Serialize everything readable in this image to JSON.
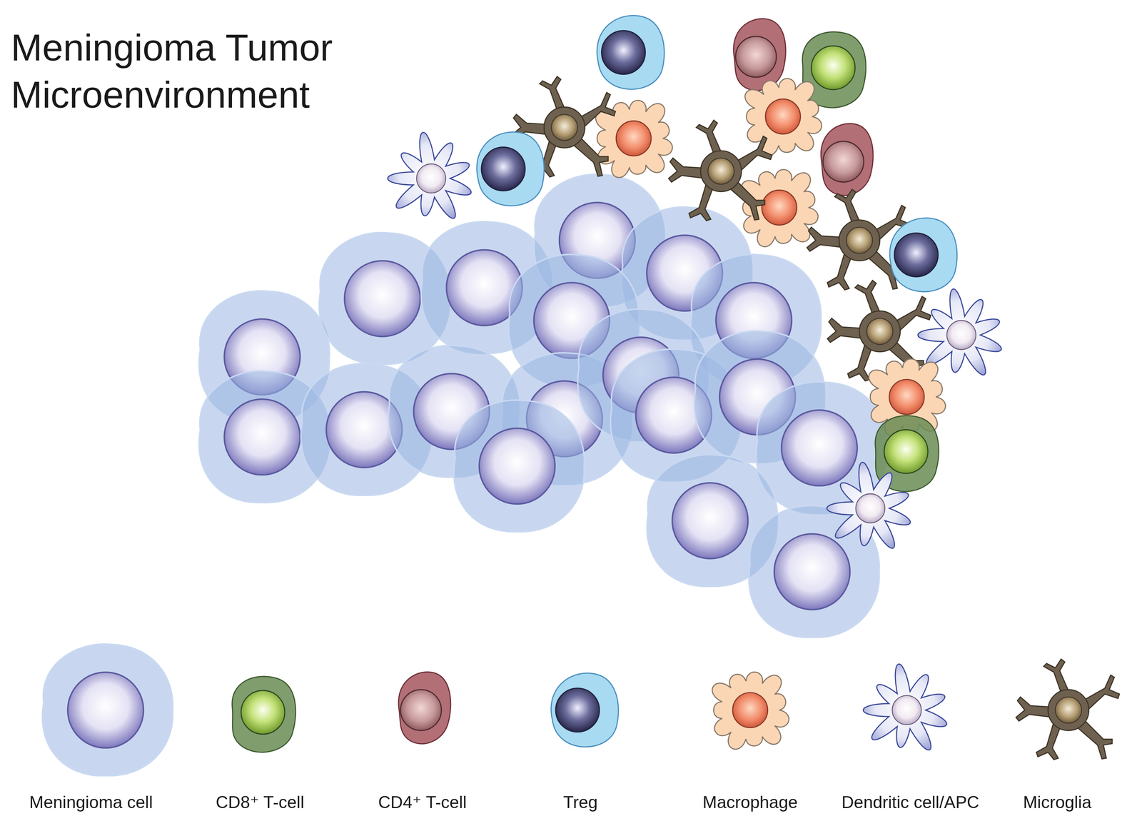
{
  "diagram": {
    "title": "Meningioma Tumor Microenvironment",
    "legend": [
      {
        "text": "Meningioma cell"
      },
      {
        "text": "CD8⁺ T-cell"
      },
      {
        "text": "CD4⁺ T-cell"
      },
      {
        "text": "Treg"
      },
      {
        "text": "Macrophage"
      },
      {
        "text": "Dendritic cell/APC"
      },
      {
        "text": "Microglia"
      }
    ]
  }
}
